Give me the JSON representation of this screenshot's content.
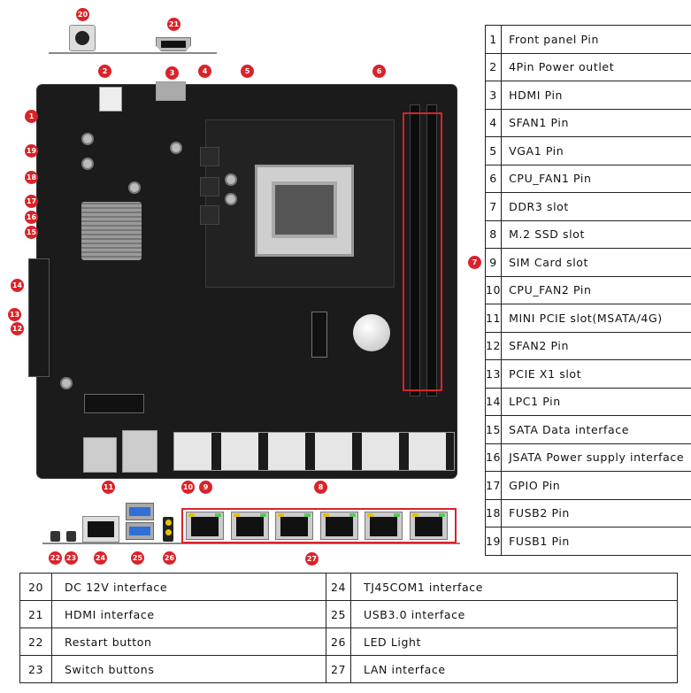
{
  "legend_right": [
    {
      "num": "1",
      "label": "Front panel Pin"
    },
    {
      "num": "2",
      "label": "4Pin Power outlet"
    },
    {
      "num": "3",
      "label": "HDMI Pin"
    },
    {
      "num": "4",
      "label": "SFAN1 Pin"
    },
    {
      "num": "5",
      "label": "VGA1 Pin"
    },
    {
      "num": "6",
      "label": "CPU_FAN1 Pin"
    },
    {
      "num": "7",
      "label": "DDR3 slot"
    },
    {
      "num": "8",
      "label": "M.2 SSD slot"
    },
    {
      "num": "9",
      "label": "SIM Card slot"
    },
    {
      "num": "10",
      "label": "CPU_FAN2 Pin"
    },
    {
      "num": "11",
      "label": "MINI PCIE slot(MSATA/4G)"
    },
    {
      "num": "12",
      "label": "SFAN2 Pin"
    },
    {
      "num": "13",
      "label": "PCIE X1 slot"
    },
    {
      "num": "14",
      "label": "LPC1 Pin"
    },
    {
      "num": "15",
      "label": "SATA Data interface"
    },
    {
      "num": "16",
      "label": "JSATA Power supply interface"
    },
    {
      "num": "17",
      "label": "GPIO Pin"
    },
    {
      "num": "18",
      "label": "FUSB2 Pin"
    },
    {
      "num": "19",
      "label": "FUSB1 Pin"
    }
  ],
  "legend_bottom": [
    [
      {
        "num": "20",
        "label": "DC 12V interface"
      },
      {
        "num": "24",
        "label": "TJ45COM1 interface"
      }
    ],
    [
      {
        "num": "21",
        "label": "HDMI interface"
      },
      {
        "num": "25",
        "label": "USB3.0 interface"
      }
    ],
    [
      {
        "num": "22",
        "label": "Restart button"
      },
      {
        "num": "26",
        "label": "LED Light"
      }
    ],
    [
      {
        "num": "23",
        "label": "Switch buttons"
      },
      {
        "num": "27",
        "label": "LAN interface"
      }
    ]
  ],
  "colors": {
    "marker": "#d9232a",
    "board": "#1b1b1b",
    "usb": "#2f6fd6"
  }
}
